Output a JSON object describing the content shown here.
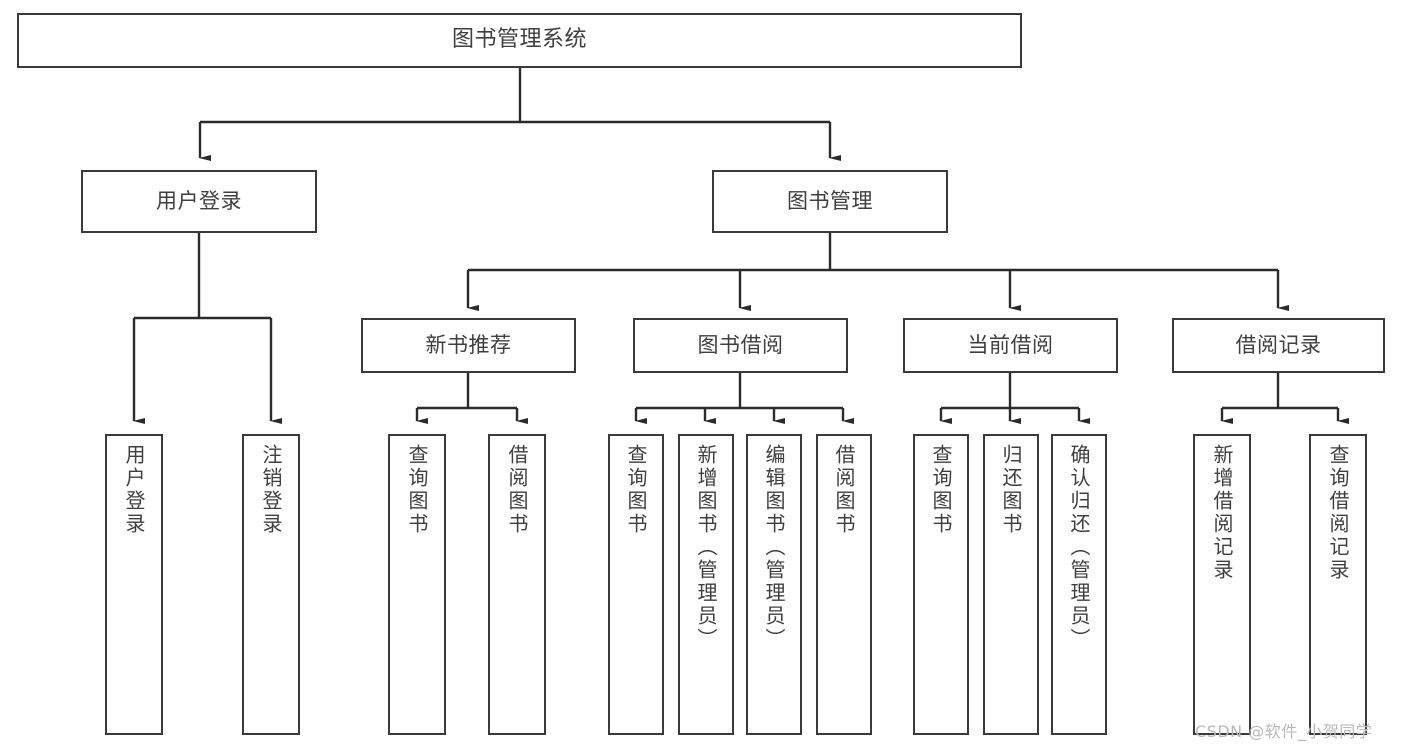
{
  "diagram": {
    "title": "图书管理系统",
    "type": "tree-hierarchy-chart",
    "watermark": "CSDN @软件_小贺同学",
    "colors": {
      "box_border": "#3a3a3a",
      "box_fill": "#ffffff",
      "connector": "#2b2b2b",
      "text": "#3f3f3f",
      "watermark": "#b9b9b9",
      "background": "#ffffff"
    }
  },
  "root": {
    "label": "图书管理系统"
  },
  "level2": [
    {
      "label": "用户登录"
    },
    {
      "label": "图书管理"
    }
  ],
  "level3": [
    {
      "label": "新书推荐"
    },
    {
      "label": "图书借阅"
    },
    {
      "label": "当前借阅"
    },
    {
      "label": "借阅记录"
    }
  ],
  "leaves": {
    "user_login": [
      {
        "label": "用户登录"
      },
      {
        "label": "注销登录"
      }
    ],
    "new_book_recommend": [
      {
        "label": "查询图书"
      },
      {
        "label": "借阅图书"
      }
    ],
    "book_borrow": [
      {
        "label": "查询图书"
      },
      {
        "label": "新增图书（管理员）"
      },
      {
        "label": "编辑图书（管理员）"
      },
      {
        "label": "借阅图书"
      }
    ],
    "current_borrow": [
      {
        "label": "查询图书"
      },
      {
        "label": "归还图书"
      },
      {
        "label": "确认归还（管理员）"
      }
    ],
    "borrow_record": [
      {
        "label": "新增借阅记录"
      },
      {
        "label": "查询借阅记录"
      }
    ]
  }
}
